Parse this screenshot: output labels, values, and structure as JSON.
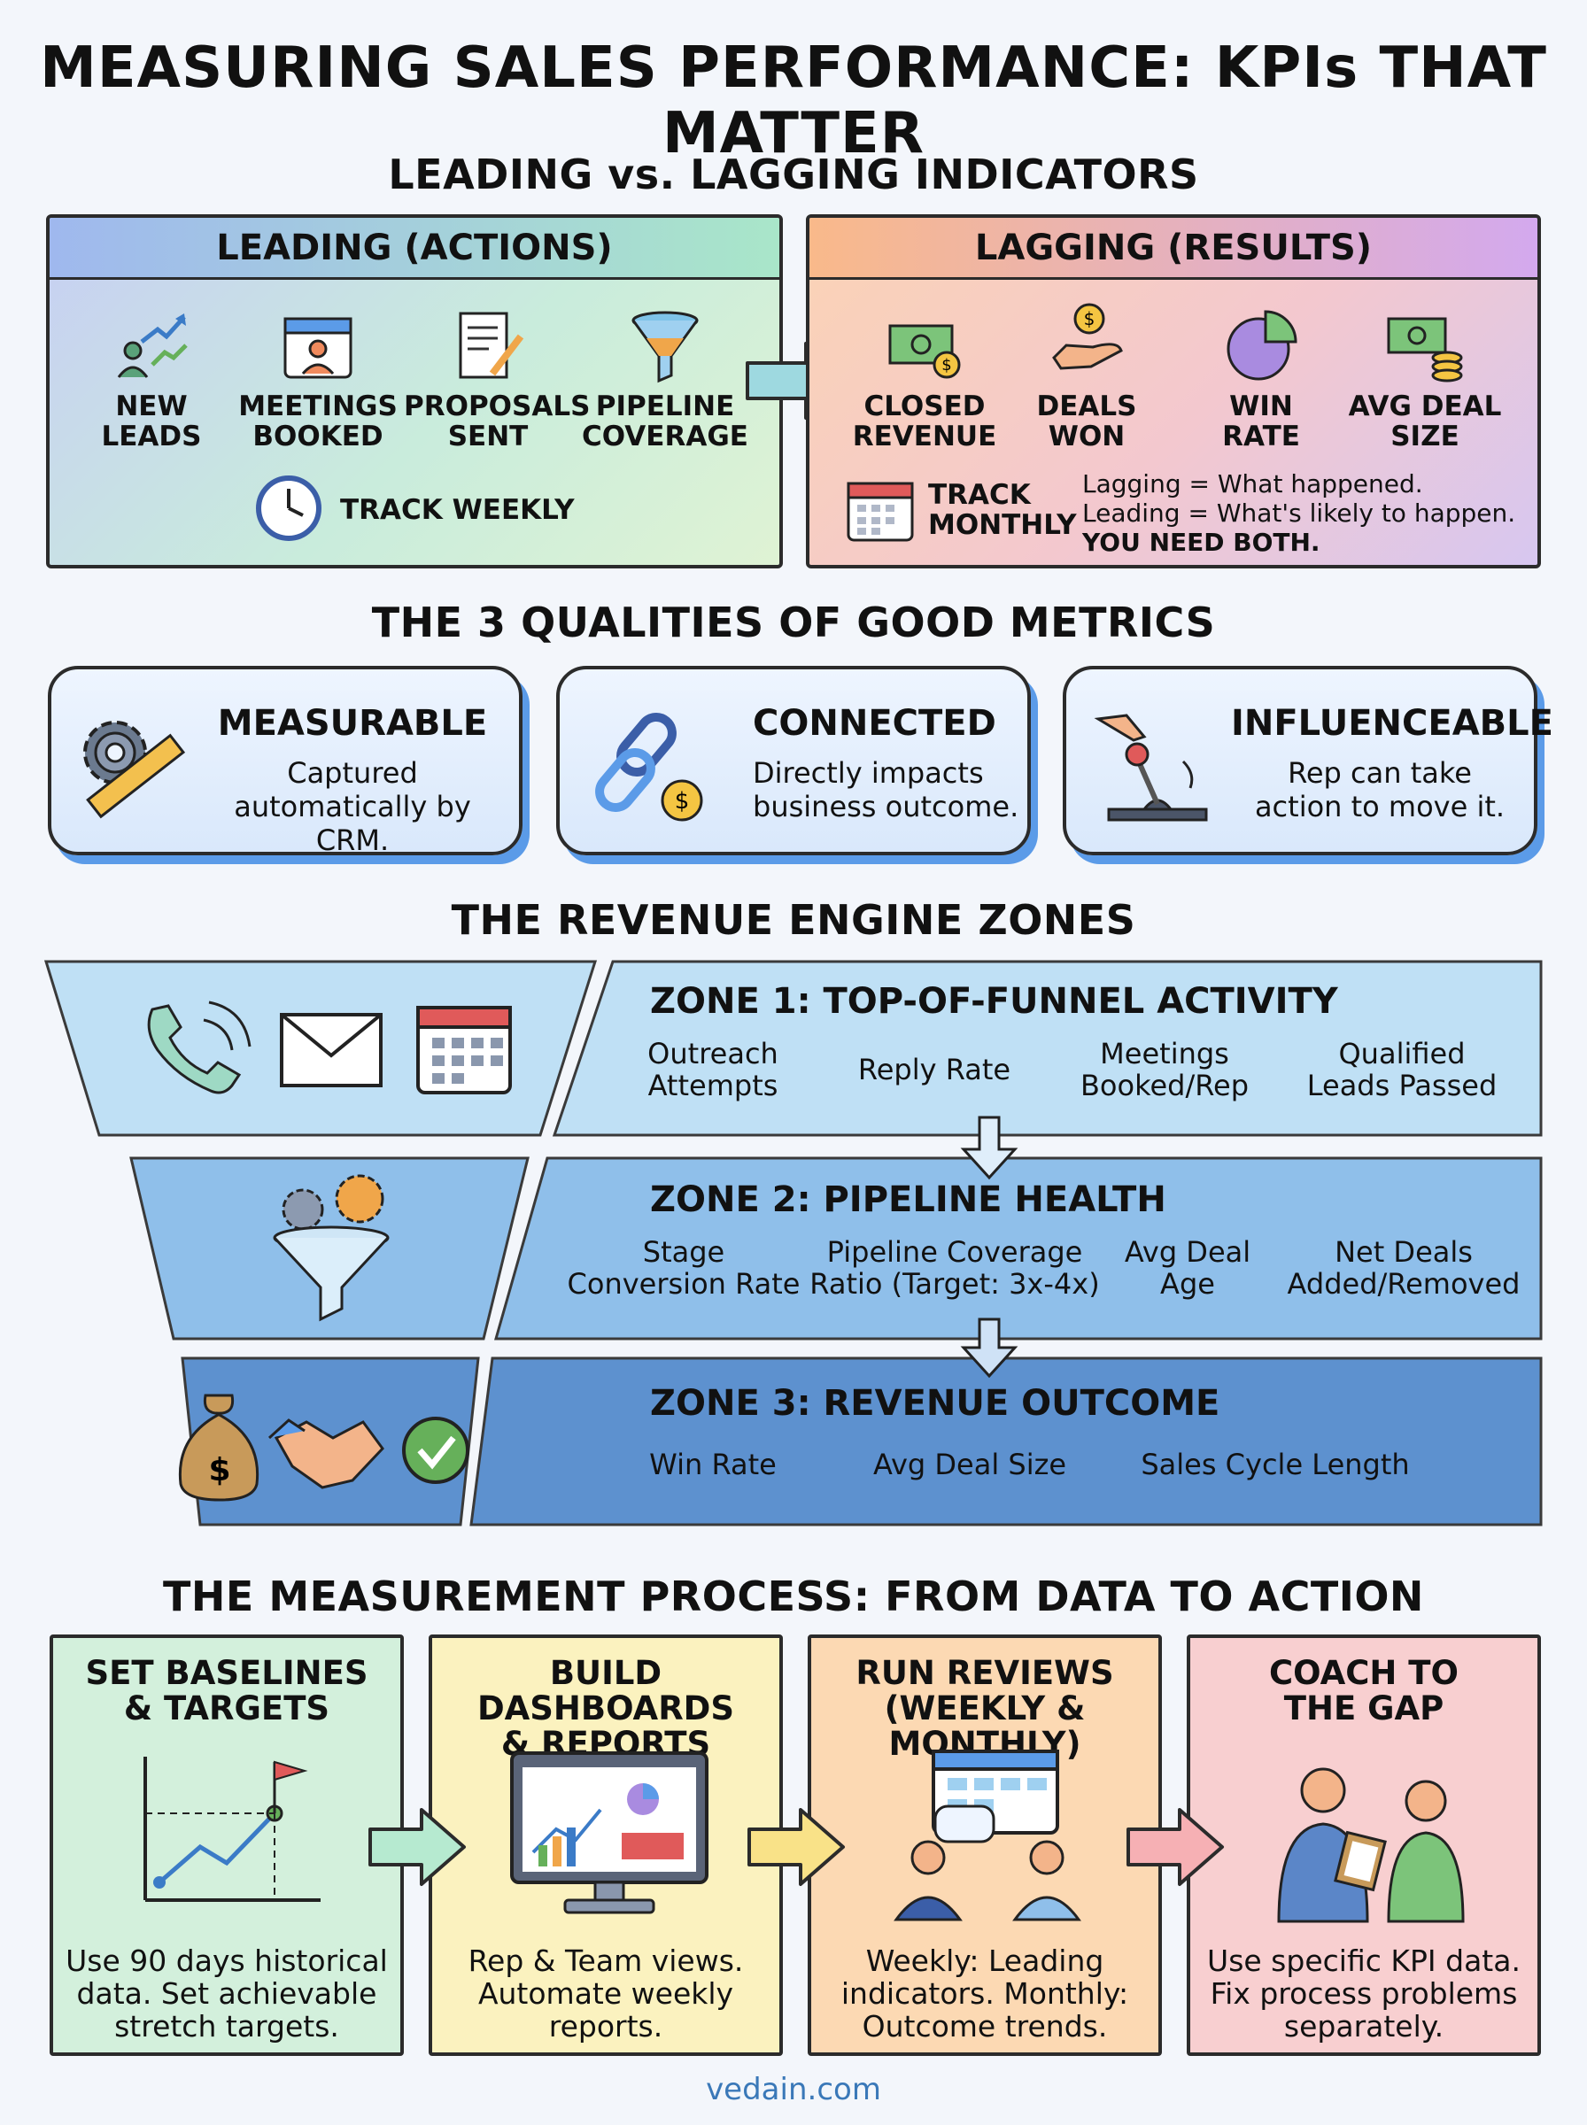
{
  "title": "MEASURING SALES PERFORMANCE: KPIs THAT MATTER",
  "indicators": {
    "heading": "LEADING vs. LAGGING INDICATORS",
    "leading": {
      "header": "LEADING (ACTIONS)",
      "items": [
        {
          "line1": "NEW",
          "line2": "LEADS",
          "icon": "growth-chart-icon"
        },
        {
          "line1": "MEETINGS",
          "line2": "BOOKED",
          "icon": "calendar-person-icon"
        },
        {
          "line1": "PROPOSALS",
          "line2": "SENT",
          "icon": "document-pen-icon"
        },
        {
          "line1": "PIPELINE",
          "line2": "COVERAGE",
          "icon": "funnel-icon"
        }
      ],
      "track": "TRACK WEEKLY"
    },
    "lagging": {
      "header": "LAGGING (RESULTS)",
      "items": [
        {
          "line1": "CLOSED",
          "line2": "REVENUE",
          "icon": "cash-icon"
        },
        {
          "line1": "DEALS",
          "line2": "WON",
          "icon": "hand-coin-icon"
        },
        {
          "line1": "WIN",
          "line2": "RATE",
          "icon": "pie-chart-icon"
        },
        {
          "line1": "AVG DEAL",
          "line2": "SIZE",
          "icon": "money-stack-icon"
        }
      ],
      "track_line1": "TRACK",
      "track_line2": "MONTHLY",
      "note_line1": "Lagging = What happened.",
      "note_line2": "Leading = What's likely to happen.",
      "note_line3": "YOU NEED BOTH."
    }
  },
  "qualities": {
    "heading": "THE 3 QUALITIES OF GOOD METRICS",
    "items": [
      {
        "title": "MEASURABLE",
        "line1": "Captured",
        "line2": "automatically by CRM.",
        "icon": "gear-ruler-icon"
      },
      {
        "title": "CONNECTED",
        "line1": "Directly impacts",
        "line2": "business outcome.",
        "icon": "chain-link-icon"
      },
      {
        "title": "INFLUENCEABLE",
        "line1": "Rep can take",
        "line2": "action to move it.",
        "icon": "lever-hand-icon"
      }
    ]
  },
  "zones": {
    "heading": "THE REVENUE ENGINE ZONES",
    "zone1": {
      "title": "ZONE 1: TOP-OF-FUNNEL ACTIVITY",
      "metrics": [
        {
          "line1": "Outreach",
          "line2": "Attempts"
        },
        {
          "line1": "Reply Rate",
          "line2": ""
        },
        {
          "line1": "Meetings",
          "line2": "Booked/Rep"
        },
        {
          "line1": "Qualified",
          "line2": "Leads Passed"
        }
      ]
    },
    "zone2": {
      "title": "ZONE 2: PIPELINE HEALTH",
      "metrics": [
        {
          "line1": "Stage",
          "line2": "Conversion Rate"
        },
        {
          "line1": "Pipeline Coverage",
          "line2": "Ratio (Target: 3x-4x)"
        },
        {
          "line1": "Avg Deal",
          "line2": "Age"
        },
        {
          "line1": "Net Deals",
          "line2": "Added/Removed"
        }
      ]
    },
    "zone3": {
      "title": "ZONE 3: REVENUE OUTCOME",
      "metrics": [
        "Win Rate",
        "Avg Deal Size",
        "Sales Cycle Length"
      ]
    }
  },
  "process": {
    "heading": "THE MEASUREMENT PROCESS: FROM DATA TO ACTION",
    "steps": [
      {
        "title1": "SET BASELINES",
        "title2": "& TARGETS",
        "desc1": "Use 90 days historical",
        "desc2": "data. Set achievable",
        "desc3": "stretch targets.",
        "color": "#d3f0dc"
      },
      {
        "title1": "BUILD DASHBOARDS",
        "title2": "& REPORTS",
        "desc1": "Rep & Team views.",
        "desc2": "Automate weekly",
        "desc3": "reports.",
        "color": "#fbf2bf"
      },
      {
        "title1": "RUN REVIEWS",
        "title2": "(WEEKLY & MONTHLY)",
        "desc1": "Weekly: Leading",
        "desc2": "indicators. Monthly:",
        "desc3": "Outcome trends.",
        "color": "#fcd9b3"
      },
      {
        "title1": "COACH TO",
        "title2": "THE GAP",
        "desc1": "Use specific KPI data.",
        "desc2": "Fix process problems",
        "desc3": "separately.",
        "color": "#f8cfd0"
      }
    ]
  },
  "footer": "vedain.com",
  "colors": {
    "zone1": "#bfe0f5",
    "zone2": "#8fbfea",
    "zone3": "#5d91cf",
    "accent": "#5b9be8"
  }
}
